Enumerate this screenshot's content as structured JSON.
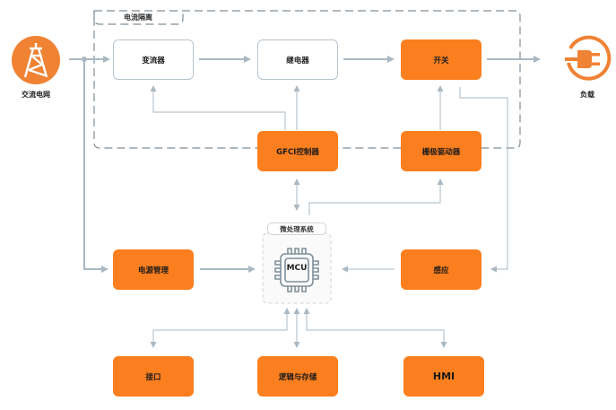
{
  "colors": {
    "accent": "#fb7f1f",
    "line": "#a9b8c2",
    "dashed_border": "#7f8f99",
    "box_border": "#b8c4cc"
  },
  "external": {
    "source": {
      "label": "交流电网",
      "icon": "power-tower-icon"
    },
    "load": {
      "label": "负载",
      "icon": "plug-icon"
    }
  },
  "groups": {
    "isolation": {
      "label": "电流隔离"
    },
    "micro": {
      "label": "微处理系统",
      "chip_label": "MCU",
      "icon": "chip-icon"
    }
  },
  "blocks": {
    "converter": "变流器",
    "relay": "继电器",
    "switch": "开关",
    "gfci": "GFCI控制器",
    "gate_driver": "栅极驱动器",
    "power_mgmt": "电源管理",
    "sensing": "感应",
    "interface": "接口",
    "logic_storage": "逻辑与存储",
    "hmi": "HMI"
  }
}
